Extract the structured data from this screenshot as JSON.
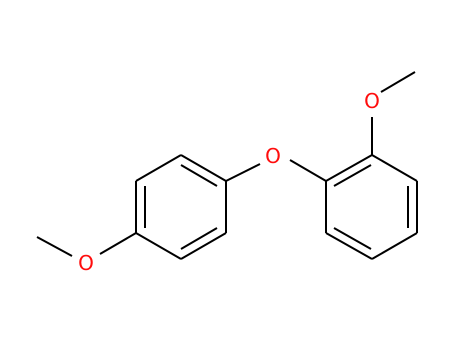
{
  "molecule": {
    "atoms": {
      "o_bridge": {
        "symbol": "O",
        "color": "#ff0d0d"
      },
      "o_methoxy_top": {
        "symbol": "O",
        "color": "#ff0d0d"
      },
      "o_methoxy_left": {
        "symbol": "O",
        "color": "#ff0d0d"
      }
    },
    "bond_color": "#000000"
  }
}
